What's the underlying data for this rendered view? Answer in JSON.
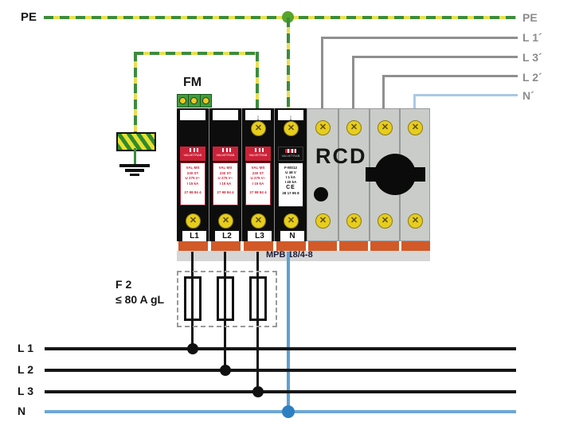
{
  "diagram_title": "SPD + RCD installation wiring diagram",
  "left_labels": {
    "pe": "PE"
  },
  "right_labels": {
    "pe": "PE",
    "l1": "L 1´",
    "l3": "L 3´",
    "l2": "L 2´",
    "n": "N´"
  },
  "bus_labels": {
    "l1": "L 1",
    "l2": "L 2",
    "l3": "L 3",
    "n": "N"
  },
  "fm_label": "FM",
  "rcd_label": "RCD",
  "baseplate_label": "MPB 18/4-8",
  "fuse_group": {
    "name": "F 2",
    "rating": "≤ 80 A gL"
  },
  "modules": [
    {
      "terminal": "L1",
      "brand": "VALVETRAB",
      "l1": "VAL-MS",
      "l2": "230 ST",
      "l3": "U 275 V~",
      "l4": "I 15 kA",
      "order": "27 98 84 4"
    },
    {
      "terminal": "L2",
      "brand": "VALVETRAB",
      "l1": "VAL-MS",
      "l2": "230 ST",
      "l3": "U 275 V~",
      "l4": "I 15 kA",
      "order": "27 98 84 4"
    },
    {
      "terminal": "L3",
      "brand": "VALVETRAB",
      "l1": "VAL-MS",
      "l2": "230 ST",
      "l3": "U 275 V~",
      "l4": "I 15 kA",
      "order": "27 98 84 4"
    },
    {
      "terminal": "N",
      "brand": "VALVETRAB",
      "l1": "F-MS12",
      "l2": "U 48 V",
      "l3": "I 1 kA",
      "l4": "I 40 kA",
      "ce": "CE",
      "order": "28 17 95 8"
    }
  ],
  "icons": {
    "screw_cross": "✕",
    "arrow_down": "↓"
  },
  "colors": {
    "pe_green": "#3c8c3c",
    "pe_yellow": "#e8df52",
    "neutral_blue": "#5f9fd2",
    "neutral_blue_light": "#aac9e6",
    "neutral_dot_blue": "#2e7fc2",
    "phase_gray": "#8f8f8f",
    "wire_black": "#161616",
    "module_red": "#cc2238",
    "foot_orange": "#d15a28",
    "rcd_gray": "#c9ccc9",
    "screw_yellow": "#e7cd1e",
    "terminal_green": "#3f9d3f"
  }
}
